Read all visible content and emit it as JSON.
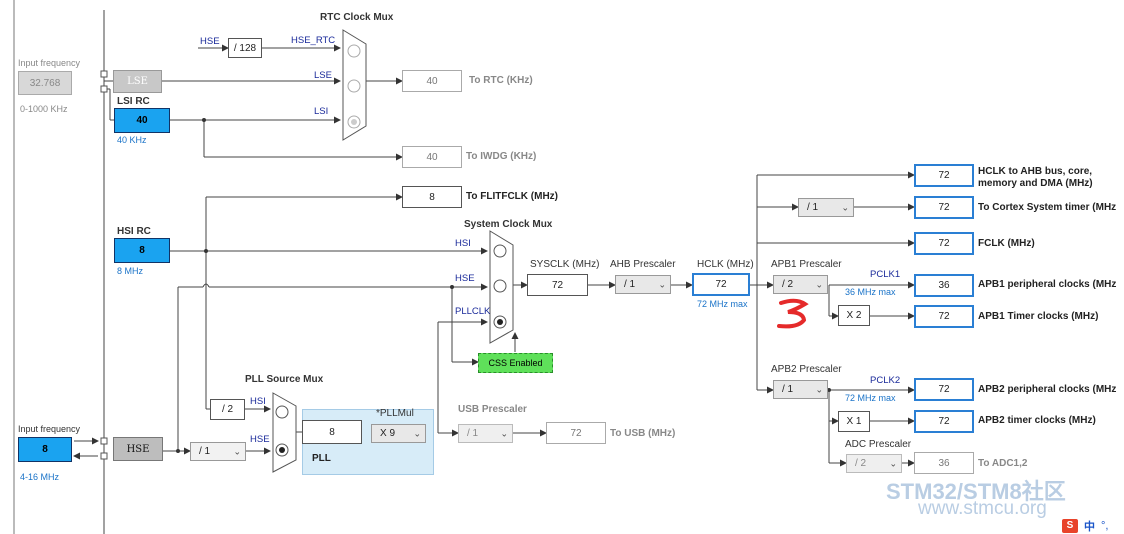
{
  "rtc_mux": {
    "title": "RTC Clock Mux",
    "hse_rtc": "HSE_RTC",
    "lse": "LSE",
    "lsi": "LSI"
  },
  "hse_top": {
    "label": "HSE",
    "div": "/ 128"
  },
  "lse_input": {
    "label": "Input frequency",
    "value": "32.768",
    "range": "0-1000 KHz",
    "block": "LSE"
  },
  "lsi_rc": {
    "label": "LSI RC",
    "value": "40",
    "unit": "40 KHz"
  },
  "rtc_out": {
    "value": "40",
    "label": "To RTC (KHz)"
  },
  "iwdg_out": {
    "value": "40",
    "label": "To IWDG (KHz)"
  },
  "flitf_out": {
    "value": "8",
    "label": "To FLITFCLK (MHz)"
  },
  "sys_mux": {
    "title": "System Clock Mux",
    "hsi": "HSI",
    "hse": "HSE",
    "pllclk": "PLLCLK"
  },
  "hsi_rc": {
    "label": "HSI RC",
    "value": "8",
    "unit": "8 MHz"
  },
  "sysclk": {
    "label": "SYSCLK (MHz)",
    "value": "72"
  },
  "ahb": {
    "label": "AHB Prescaler",
    "value": "/ 1"
  },
  "hclk": {
    "label": "HCLK (MHz)",
    "value": "72",
    "max": "72 MHz max"
  },
  "apb1": {
    "label": "APB1 Prescaler",
    "value": "/ 2",
    "pclk": "PCLK1",
    "max": "36 MHz max",
    "timer_mult": "X 2"
  },
  "apb2": {
    "label": "APB2 Prescaler",
    "value": "/ 1",
    "pclk": "PCLK2",
    "max": "72 MHz max",
    "timer_mult": "X 1"
  },
  "adc": {
    "label": "ADC Prescaler",
    "value": "/ 2",
    "out_value": "36",
    "out_label": "To ADC1,2"
  },
  "cortex_div": "/ 1",
  "outputs": {
    "hclk_ahb": {
      "value": "72",
      "label_1": "HCLK to AHB bus, core,",
      "label_2": "memory and DMA (MHz)"
    },
    "cortex": {
      "value": "72",
      "label": "To Cortex System timer (MHz"
    },
    "fclk": {
      "value": "72",
      "label": "FCLK (MHz)"
    },
    "apb1_periph": {
      "value": "36",
      "label": "APB1 peripheral clocks (MHz"
    },
    "apb1_timer": {
      "value": "72",
      "label": "APB1 Timer clocks (MHz)"
    },
    "apb2_periph": {
      "value": "72",
      "label": "APB2 peripheral clocks (MHz"
    },
    "apb2_timer": {
      "value": "72",
      "label": "APB2 timer clocks (MHz)"
    }
  },
  "hse_input": {
    "label": "Input frequency",
    "value": "8",
    "range": "4-16 MHz",
    "block": "HSE",
    "div": "/ 1"
  },
  "pll_src": {
    "title": "PLL Source Mux",
    "hsi": "HSI",
    "hse": "HSE",
    "hsi_div": "/ 2"
  },
  "pll": {
    "name": "PLL",
    "mul_label": "*PLLMul",
    "input": "8",
    "mul": "X 9"
  },
  "usb": {
    "label": "USB Prescaler",
    "value": "/ 1",
    "out_value": "72",
    "out_label": "To USB (MHz)"
  },
  "css": {
    "label": "CSS Enabled"
  },
  "annotation": "3",
  "watermark": {
    "brand": "STM32/STM8社区",
    "url": "www.stmcu.org"
  },
  "tray": {
    "ime": "中",
    "punct": "°,"
  },
  "colors": {
    "accent": "#1aa3f0",
    "box_border": "#2a7fd4",
    "css_green": "#5fe05a",
    "pll_panel": "#d7ecf8",
    "annotation_red": "#e52a2a"
  }
}
